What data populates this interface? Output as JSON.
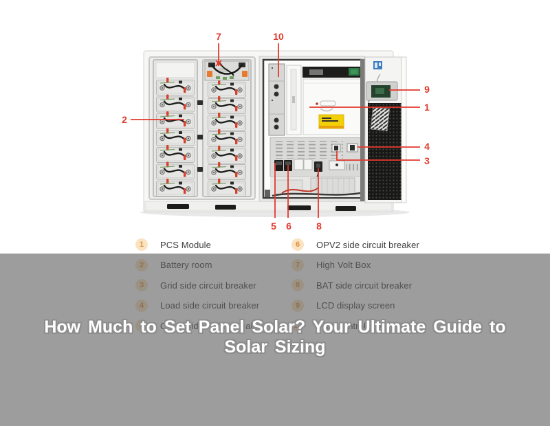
{
  "hero": {
    "overlay_color": "#5b5b5b",
    "title_line1": "How Much to Set Panel Solar? Your Ultimate Guide to",
    "title_line2": "Solar Sizing"
  },
  "diagram": {
    "accent_red": "#e2392c",
    "callout_numbers": [
      "1",
      "2",
      "3",
      "4",
      "5",
      "6",
      "7",
      "8",
      "9",
      "10"
    ]
  },
  "legend": {
    "badge_bg": "#fae3c0",
    "badge_color": "#dd8f3d",
    "left": [
      {
        "num": "1",
        "label": "PCS Module"
      },
      {
        "num": "2",
        "label": "Battery room"
      },
      {
        "num": "3",
        "label": "Grid side circuit breaker"
      },
      {
        "num": "4",
        "label": "Load side circuit breaker"
      },
      {
        "num": "5",
        "label": "OPV1 side circuit breaker"
      }
    ],
    "right": [
      {
        "num": "6",
        "label": "OPV2 side circuit breaker"
      },
      {
        "num": "7",
        "label": "High Volt Box"
      },
      {
        "num": "8",
        "label": "BAT side circuit breaker"
      },
      {
        "num": "9",
        "label": "LCD display screen"
      },
      {
        "num": "10",
        "label": "Main control box"
      }
    ]
  }
}
